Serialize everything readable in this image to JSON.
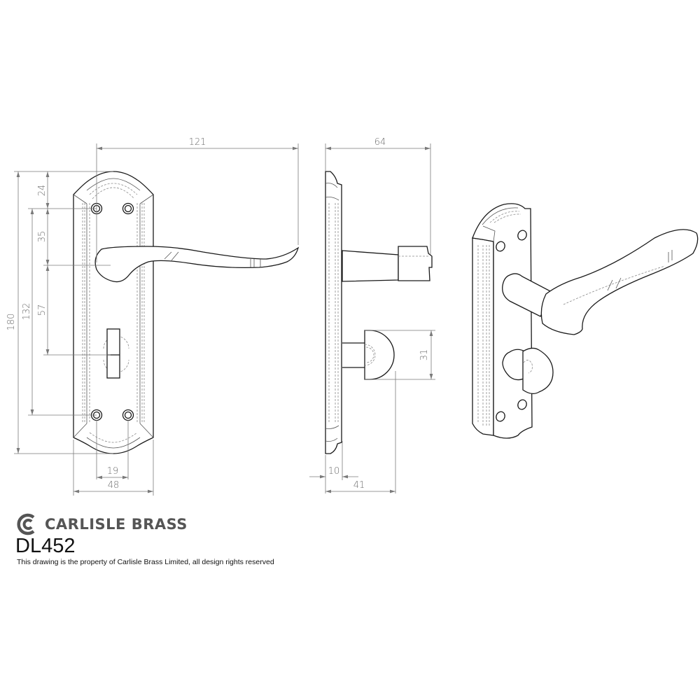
{
  "drawing": {
    "views": [
      "front-view",
      "side-view",
      "isometric-view"
    ],
    "front_view_dimensions": {
      "overall_width": "121",
      "overall_height": "180",
      "fixing_centres": "132",
      "top_to_fixing": "24",
      "fixing_to_lever": "35",
      "lever_to_turn": "57",
      "fixing_spacing": "19",
      "plate_width": "48"
    },
    "side_view_dimensions": {
      "projection": "64",
      "turn_diameter": "31",
      "plate_thickness": "10",
      "turn_projection": "41"
    }
  },
  "footer": {
    "brand_name": "CARLISLE BRASS",
    "product_code": "DL452",
    "notice": "This drawing is the property of Carlisle Brass Limited, all design rights reserved"
  },
  "colors": {
    "brand_gray": "#555555",
    "line": "#1a1a1a",
    "dimension": "#7a7a7a"
  }
}
